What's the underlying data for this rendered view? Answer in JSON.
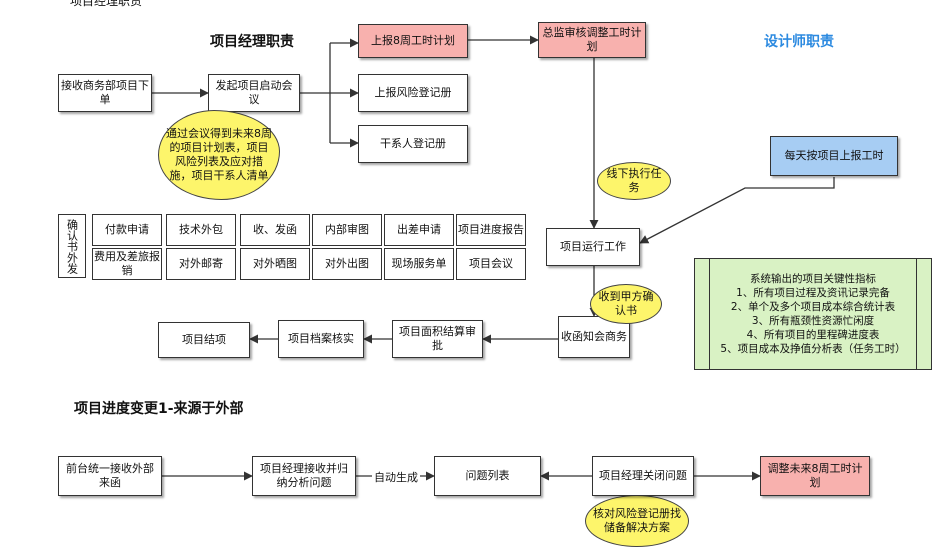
{
  "titles": {
    "pm_duty": "项目经理职责",
    "designer_duty": "设计师职责",
    "change": "项目进度变更1-来源于外部"
  },
  "nodes": {
    "receive_order": "接收商务部项目下单",
    "kickoff": "发起项目启动会议",
    "report_8w": "上报8周工时计划",
    "director_review": "总监审核调整工时计划",
    "risk_register": "上报风险登记册",
    "stakeholder": "干系人登记册",
    "daily_report": "每天按项目上报工时",
    "running": "项目运行工作",
    "receive_letter": "收函知会商务",
    "final_audit": "项目面积结算审批",
    "archive": "项目档案核实",
    "close": "项目结项"
  },
  "clouds": {
    "meeting": "通过会议得到未来8周的项目计划表，项目风险列表及应对措施，项目干系人清单",
    "offline": "线下执行任务",
    "confirm": "收到甲方确认书",
    "risk_check": "核对风险登记册找储备解决方案"
  },
  "confirm_label": "确认书外发",
  "grid": [
    [
      "付款申请",
      "技术外包",
      "收、发函",
      "内部审图",
      "出差申请",
      "项目进度报告"
    ],
    [
      "费用及差旅报销",
      "对外邮寄",
      "对外晒图",
      "对外出图",
      "现场服务单",
      "项目会议"
    ]
  ],
  "indicators": {
    "heading": "系统输出的项目关键性指标",
    "items": [
      "1、所有项目过程及资讯记录完备",
      "2、单个及多个项目成本综合统计表",
      "3、所有瓶颈性资源忙闲度",
      "4、所有项目的里程碑进度表",
      "5、项目成本及挣值分析表（任务工时）"
    ]
  },
  "change_flow": {
    "frontdesk": "前台统一接收外部来函",
    "pm_analyze": "项目经理接收并归纳分析问题",
    "auto": "自动生成",
    "issue_list": "问题列表",
    "pm_close": "项目经理关闭问题",
    "adjust": "调整未来8周工时计划"
  },
  "top_cut_text": "项目经理职责"
}
